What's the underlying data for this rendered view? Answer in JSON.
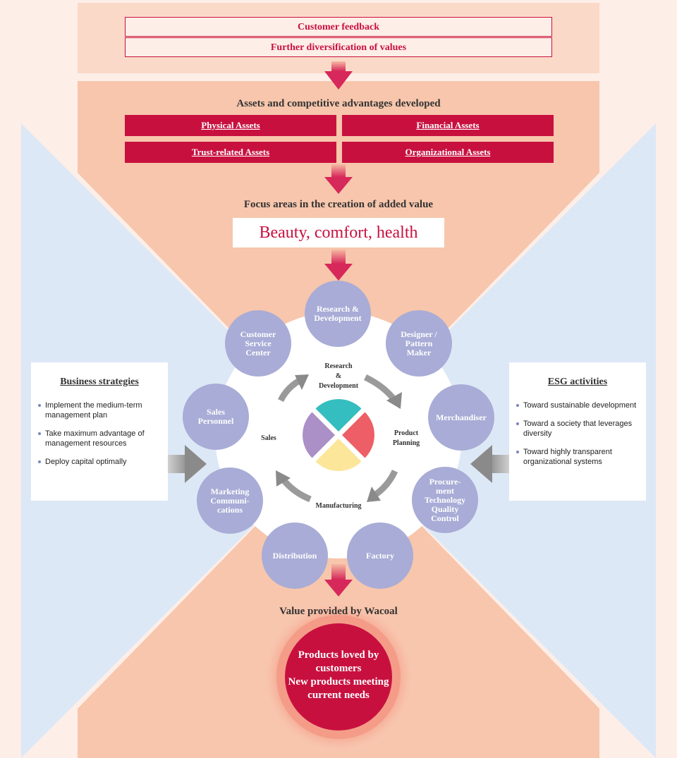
{
  "feedback": {
    "line1": "Customer feedback",
    "line2": "Further diversification of values"
  },
  "assets": {
    "heading": "Assets and competitive advantages developed",
    "items": [
      "Physical Assets",
      "Financial Assets",
      "Trust-related Assets",
      "Organizational Assets"
    ]
  },
  "focus": {
    "heading": "Focus areas in the creation of added value",
    "value": "Beauty, comfort, health"
  },
  "nodes": {
    "research": [
      "Research &",
      "Development"
    ],
    "designer": [
      "Designer /",
      "Pattern",
      "Maker"
    ],
    "merchandiser": [
      "Merchandiser"
    ],
    "procurement": [
      "Procure-",
      "ment",
      "Technology",
      "Quality",
      "Control"
    ],
    "factory": [
      "Factory"
    ],
    "distribution": [
      "Distribution"
    ],
    "marketing": [
      "Marketing",
      "Communi-",
      "cations"
    ],
    "sales_personnel": [
      "Sales",
      "Personnel"
    ],
    "customer_service": [
      "Customer",
      "Service",
      "Center"
    ]
  },
  "cycle": {
    "research": [
      "Research",
      "&",
      "Development"
    ],
    "planning": [
      "Product",
      "Planning"
    ],
    "manufacturing": "Manufacturing",
    "sales": "Sales"
  },
  "business": {
    "title": "Business strategies",
    "items": [
      "Implement the medium-term management plan",
      "Take maximum advantage of management resources",
      "Deploy capital optimally"
    ]
  },
  "esg": {
    "title": "ESG activities",
    "items": [
      "Toward sustainable development",
      "Toward a society that leverages diversity",
      "Toward highly transparent organizational systems"
    ]
  },
  "value_provided": {
    "heading": "Value provided by Wacoal",
    "lines": [
      "Products loved by",
      "customers",
      "New products meeting",
      "current needs"
    ]
  },
  "colors": {
    "crimson": "#c8103f",
    "peach": "#f7c6ac",
    "light_peach": "#fdeee8",
    "blue": "#dde8f6",
    "node": "#a8acd6",
    "teal": "#35bec0",
    "coral": "#ed5e66",
    "yellow": "#fbe69a",
    "lavender": "#ab8fc7"
  }
}
